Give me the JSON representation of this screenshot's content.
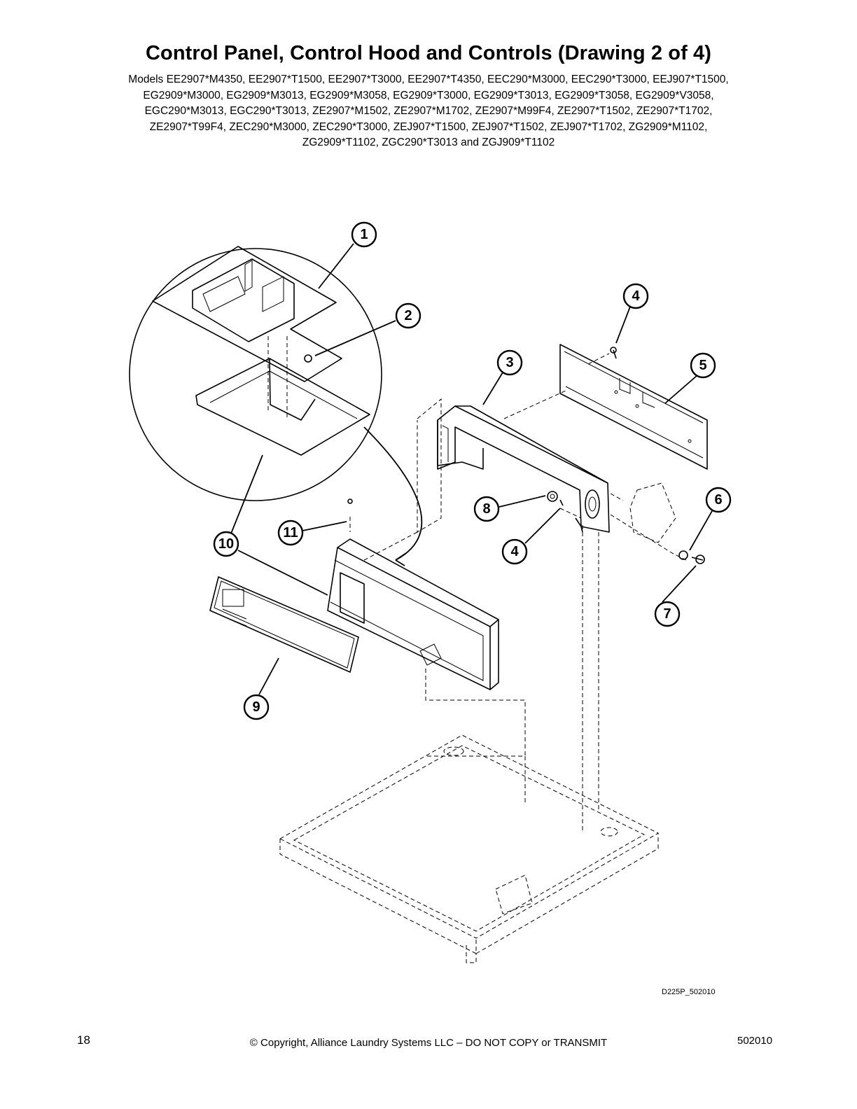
{
  "page": {
    "title": "Control Panel, Control Hood and Controls (Drawing 2 of 4)",
    "models_lines": [
      "Models EE2907*M4350, EE2907*T1500, EE2907*T3000, EE2907*T4350, EEC290*M3000, EEC290*T3000, EEJ907*T1500,",
      "EG2909*M3000, EG2909*M3013, EG2909*M3058, EG2909*T3000, EG2909*T3013, EG2909*T3058, EG2909*V3058,",
      "EGC290*M3013, EGC290*T3013, ZE2907*M1502, ZE2907*M1702, ZE2907*M99F4, ZE2907*T1502, ZE2907*T1702,",
      "ZE2907*T99F4, ZEC290*M3000, ZEC290*T3000, ZEJ907*T1500, ZEJ907*T1502, ZEJ907*T1702, ZG2909*M1102,",
      "ZG2909*T1102, ZGC290*T3013 and ZGJ909*T1102"
    ],
    "drawing_id": "D225P_502010",
    "page_number": "18",
    "copyright": "© Copyright, Alliance Laundry Systems LLC – DO NOT COPY or TRANSMIT",
    "doc_code": "502010"
  },
  "callouts": [
    "1",
    "2",
    "3",
    "4",
    "5",
    "6",
    "7",
    "8",
    "4",
    "9",
    "10",
    "11"
  ]
}
